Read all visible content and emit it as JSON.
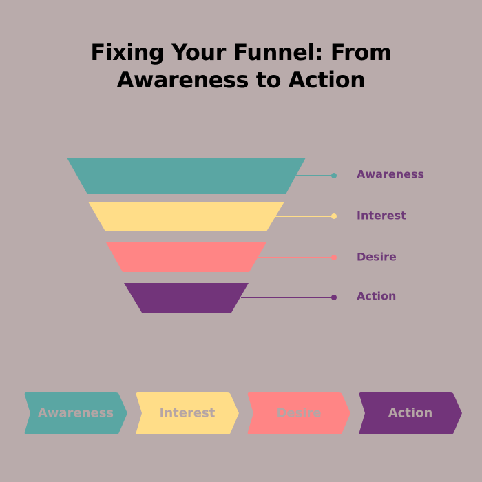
{
  "title_line1": "Fixing Your Funnel: From",
  "title_line2": "Awareness to Action",
  "stages": [
    {
      "label": "Awareness",
      "color": "#5aa6a3"
    },
    {
      "label": "Interest",
      "color": "#ffdd88"
    },
    {
      "label": "Desire",
      "color": "#ff8585"
    },
    {
      "label": "Action",
      "color": "#72347a"
    }
  ],
  "background": "#b9abab"
}
